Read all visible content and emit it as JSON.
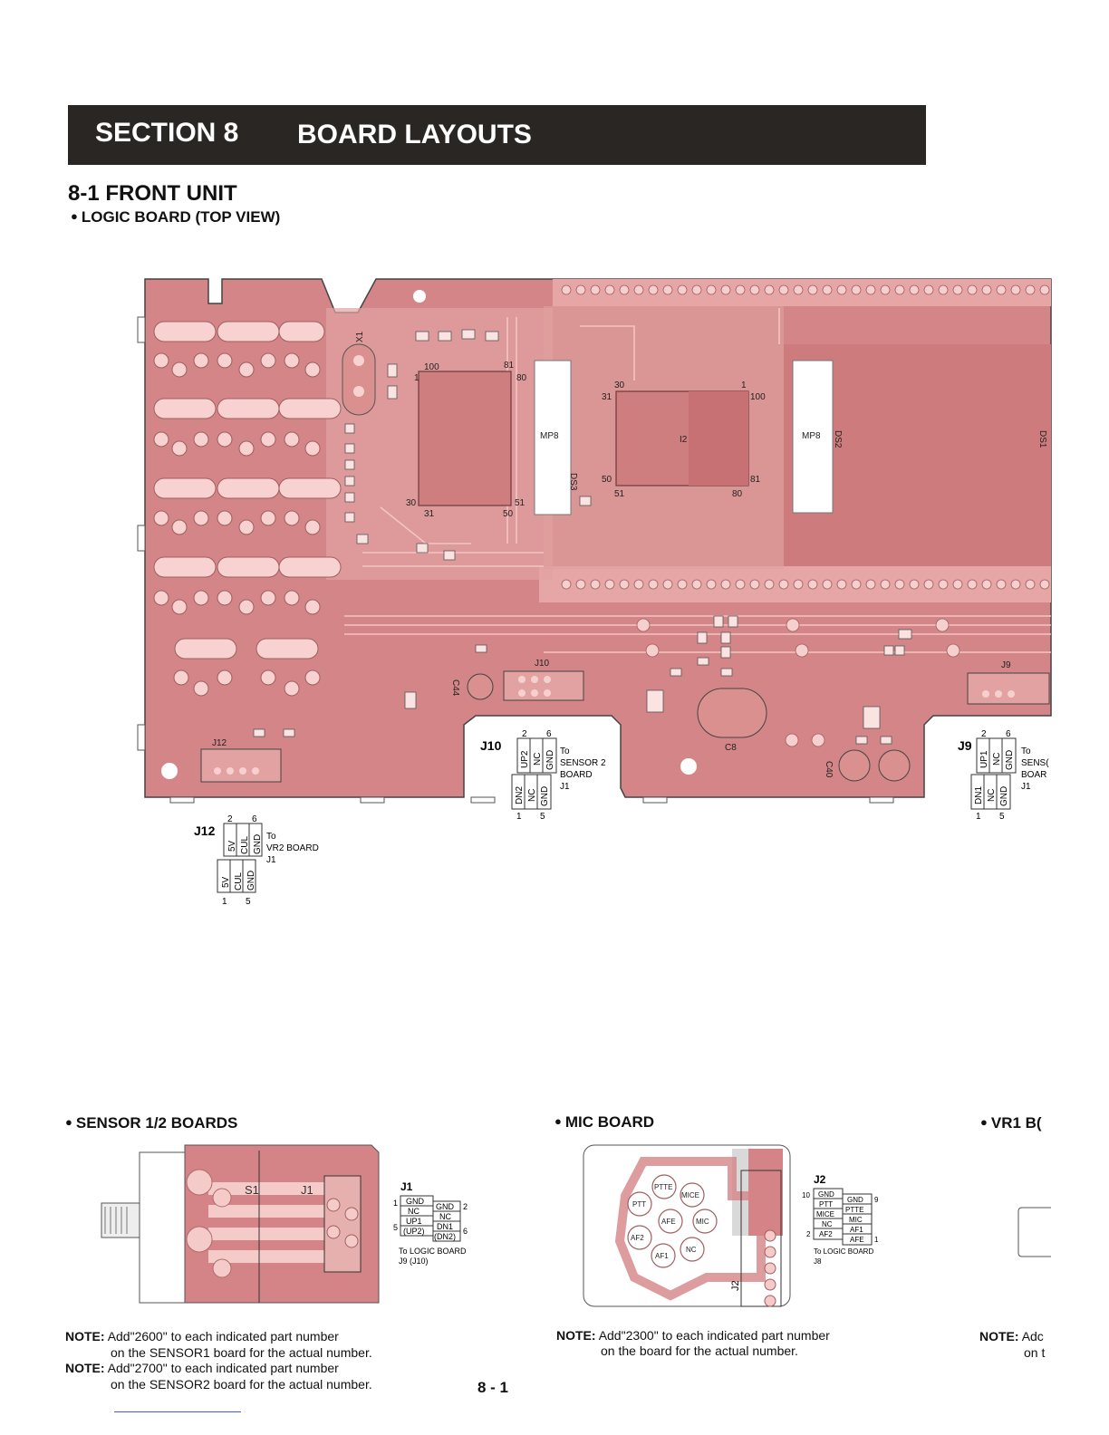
{
  "section": {
    "number": "SECTION 8",
    "title": "BOARD LAYOUTS"
  },
  "subsection": "8-1 FRONT UNIT",
  "logic_board": {
    "heading": "LOGIC BOARD (TOP VIEW)",
    "parts": {
      "x1": "X1",
      "mp8a": "MP8",
      "mp8b": "MP8",
      "ds1": "DS1",
      "ds2": "DS2",
      "ds3": "DS3",
      "c44": "C44",
      "c8": "C8",
      "c40": "C40",
      "ic1_pins": [
        "100",
        "81",
        "80",
        "1",
        "30",
        "31",
        "51",
        "50"
      ],
      "ic2_pins": [
        "30",
        "31",
        "1",
        "100",
        "50",
        "51",
        "80",
        "81"
      ],
      "ic2_label": "I2"
    },
    "j12": {
      "label": "J12",
      "top_nums": [
        "2",
        "6"
      ],
      "top_pins": [
        "5V",
        "CUL",
        "GND"
      ],
      "bottom_pins": [
        "5V",
        "CUL",
        "GND"
      ],
      "bottom_nums": [
        "1",
        "5"
      ],
      "target": [
        "To",
        "VR2 BOARD",
        "J1"
      ]
    },
    "j10": {
      "label": "J10",
      "top_nums": [
        "2",
        "6"
      ],
      "top_pins": [
        "UP2",
        "NC",
        "GND"
      ],
      "bottom_pins": [
        "DN2",
        "NC",
        "GND"
      ],
      "bottom_nums": [
        "1",
        "5"
      ],
      "target": [
        "To",
        "SENSOR 2",
        "BOARD",
        "J1"
      ]
    },
    "j9": {
      "label": "J9",
      "top_nums": [
        "2",
        "6"
      ],
      "top_pins": [
        "UP1",
        "NC",
        "GND"
      ],
      "bottom_pins": [
        "DN1",
        "NC",
        "GND"
      ],
      "bottom_nums": [
        "1",
        "5"
      ],
      "target": [
        "To",
        "SENS(",
        "BOAR",
        "J1"
      ]
    }
  },
  "sensor": {
    "heading": "SENSOR 1/2 BOARDS",
    "labels": {
      "s1": "S1",
      "j1": "J1"
    },
    "j1": {
      "label": "J1",
      "left": [
        "GND",
        "NC",
        "UP1",
        "(UP2)"
      ],
      "right": [
        "GND",
        "NC",
        "DN1",
        "(DN2)"
      ],
      "nums": [
        "1",
        "2",
        "5",
        "6"
      ],
      "target": [
        "To LOGIC BOARD",
        "J9 (J10)"
      ]
    },
    "note1_label": "NOTE:",
    "note1": "Add\"2600\" to each indicated part number",
    "note1b": "on the SENSOR1 board for the actual number.",
    "note2_label": "NOTE:",
    "note2": "Add\"2700\" to each indicated part number",
    "note2b": "on the SENSOR2 board for the actual number."
  },
  "mic": {
    "heading": "MIC BOARD",
    "pads": [
      "PTTE",
      "PTT",
      "MICE",
      "AFE",
      "MIC",
      "AF2",
      "AF1",
      "NC"
    ],
    "j2_board_label": "J2",
    "j2": {
      "label": "J2",
      "left": [
        "GND",
        "PTT",
        "MICE",
        "NC",
        "AF2"
      ],
      "right": [
        "GND",
        "PTTE",
        "MIC",
        "AF1",
        "AFE"
      ],
      "nums": [
        "10",
        "9",
        "2",
        "1"
      ],
      "target": [
        "To LOGIC BOARD",
        "J8"
      ]
    },
    "note_label": "NOTE:",
    "note": "Add\"2300\" to each indicated part number",
    "note_b": "on the board for the actual number."
  },
  "vr1": {
    "heading": "VR1 B(",
    "note_label": "NOTE:",
    "note": "Adc",
    "note_b": "on t"
  },
  "page_number": "8 - 1",
  "colors": {
    "board": "#d2888a",
    "board_dark": "#c27072",
    "trace": "#f4cbc9",
    "banner": "#2a2624"
  }
}
